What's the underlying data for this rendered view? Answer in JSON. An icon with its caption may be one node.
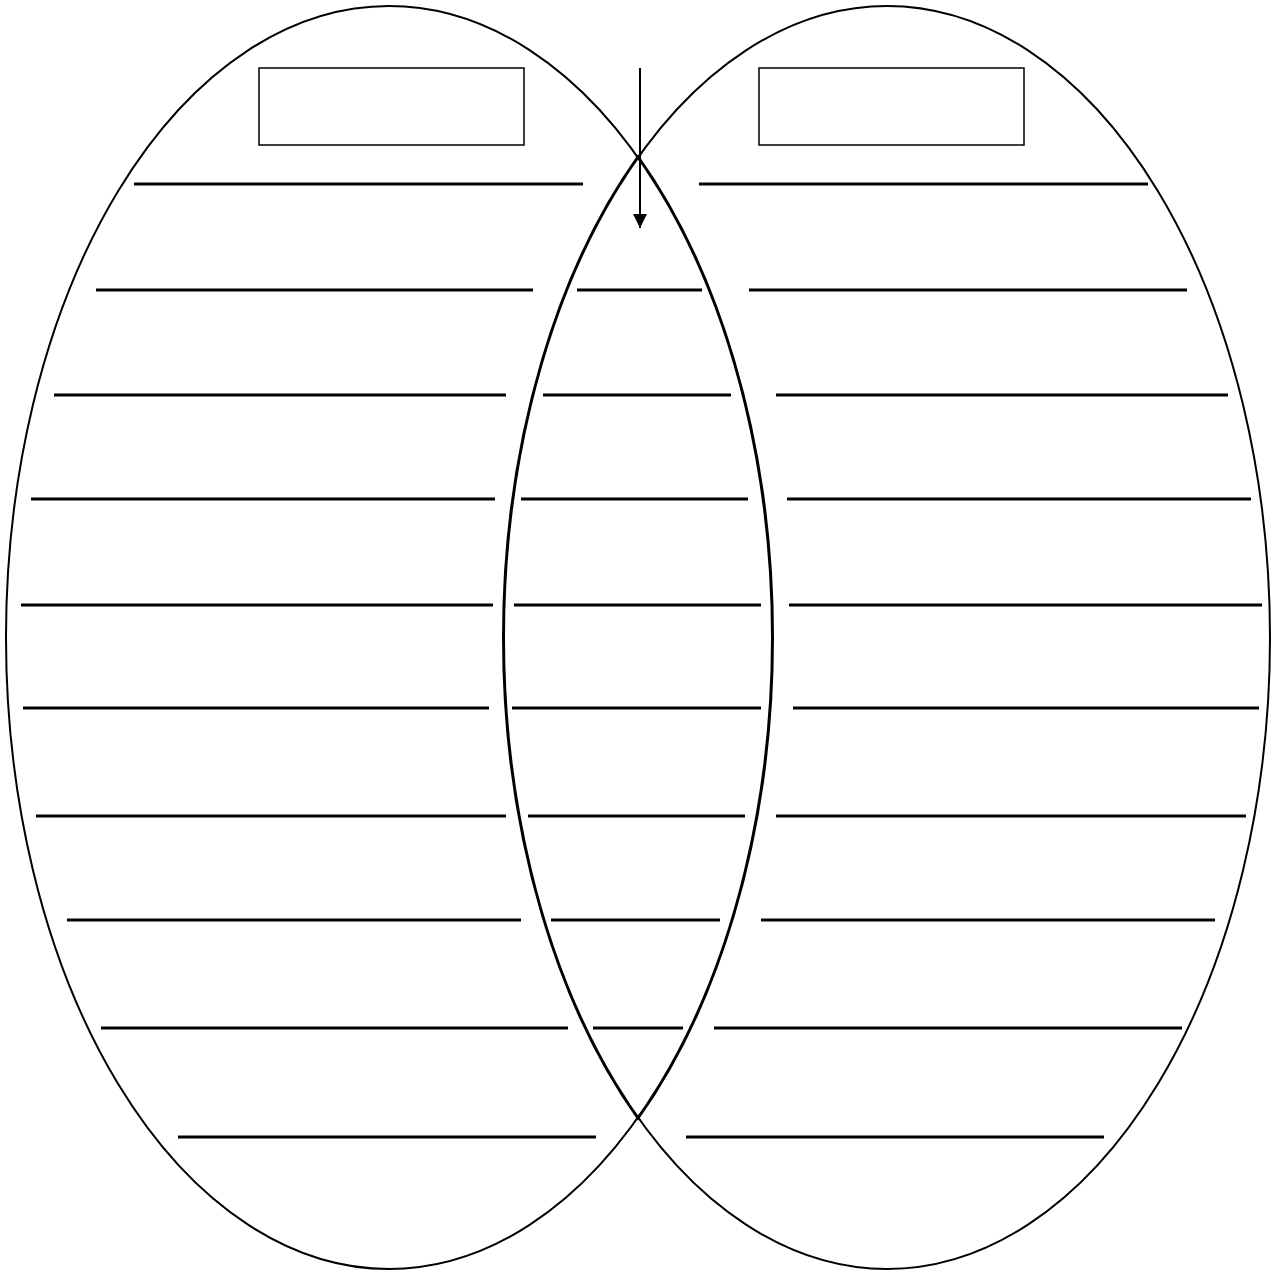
{
  "diagram": {
    "nodes": [
      {
        "text": [],
        "shape": "ellipse"
      },
      {
        "text": [],
        "shape": "box",
        "in": 0
      },
      {
        "text": [],
        "shape": "ellipse"
      },
      {
        "text": [],
        "shape": "box",
        "in": 2
      },
      {
        "text": [],
        "shape": "lens"
      }
    ],
    "edges": [
      {
        "from": null,
        "to": 4,
        "arrow": "to"
      }
    ]
  }
}
